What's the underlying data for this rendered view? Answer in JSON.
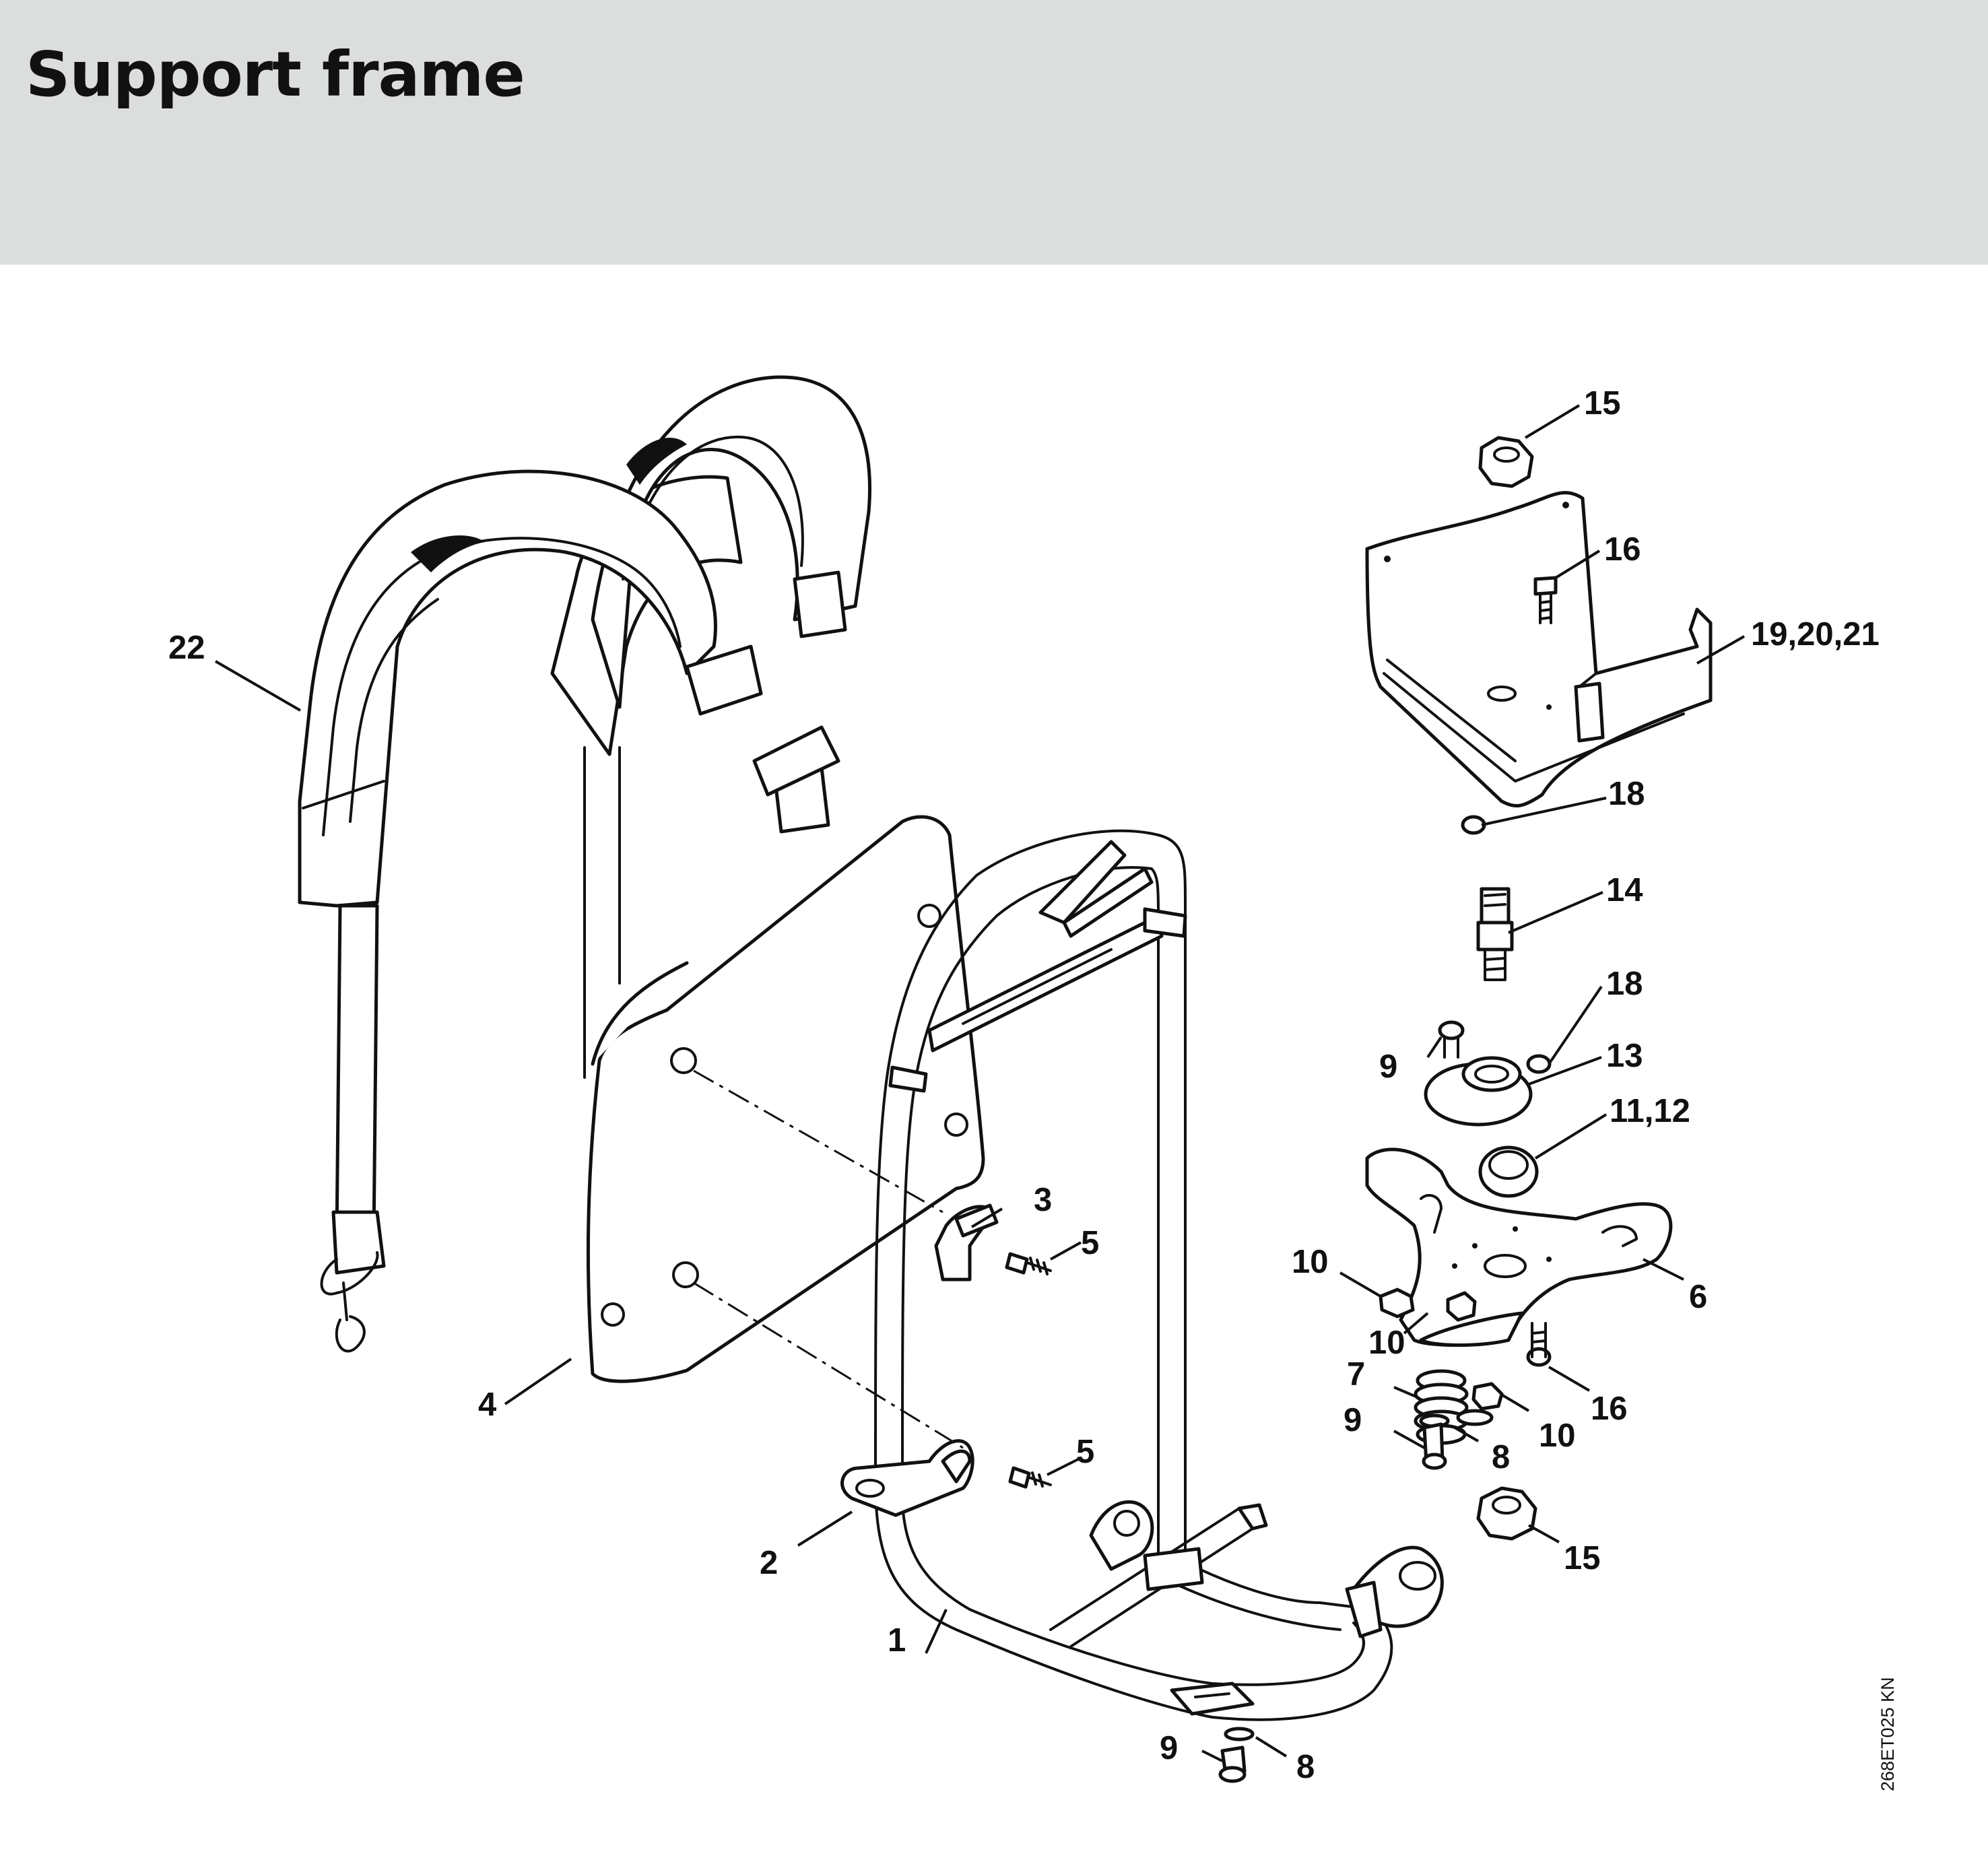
{
  "header": {
    "title": "Support frame"
  },
  "diagram": {
    "drawing_code": "268ET025 KN",
    "callouts": {
      "c1": "1",
      "c2": "2",
      "c3": "3",
      "c4": "4",
      "c5a": "5",
      "c5b": "5",
      "c6": "6",
      "c7": "7",
      "c8a": "8",
      "c8b": "8",
      "c9a": "9",
      "c9b": "9",
      "c9c": "9",
      "c10a": "10",
      "c10b": "10",
      "c10c": "10",
      "c1112": "11,12",
      "c13": "13",
      "c14": "14",
      "c15a": "15",
      "c15b": "15",
      "c16a": "16",
      "c16b": "16",
      "c18a": "18",
      "c18b": "18",
      "c192021": "19,20,21",
      "c22": "22"
    }
  }
}
